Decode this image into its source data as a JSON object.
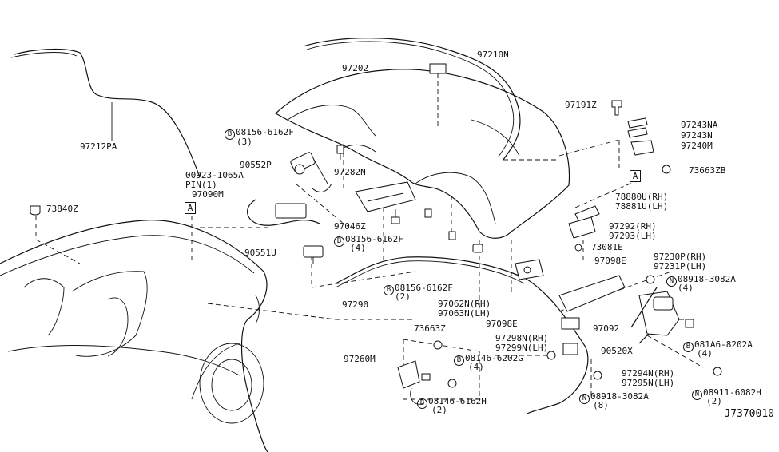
{
  "labels": {
    "p97212PA": "97212PA",
    "p73840Z": "73840Z",
    "p97202": "97202",
    "p97210N": "97210N",
    "p08156_3_main": "08156-6162F",
    "p08156_3_qty": "(3)",
    "p90552P": "90552P",
    "p00923": "00923-1065A",
    "pPIN": "PIN(1)",
    "p97090M": "97090M",
    "p97282N": "97282N",
    "p97046Z": "97046Z",
    "p08156_4_main": "08156-6162F",
    "p08156_4_qty": "(4)",
    "p90551U": "90551U",
    "p97290": "97290",
    "p08156_2_main": "08156-6162F",
    "p08156_2_qty": "(2)",
    "p97062N": "97062N(RH)",
    "p97063N": "97063N(LH)",
    "p97098E_a": "97098E",
    "p73663Z": "73663Z",
    "p97260M": "97260M",
    "p08146_6162H_main": "08146-6162H",
    "p08146_6162H_qty": "(2)",
    "p08146_6202G_main": "08146-6202G",
    "p08146_6202G_qty": "(4)",
    "p97298N": "97298N(RH)",
    "p97299N": "97299N(LH)",
    "p97092": "97092",
    "p90520X": "90520X",
    "p08918_8_main": "08918-3082A",
    "p08918_8_qty": "(8)",
    "p97191Z": "97191Z",
    "p97243NA": "97243NA",
    "p97243N": "97243N",
    "p97240M": "97240M",
    "p73663ZB": "73663ZB",
    "p78880U": "78880U(RH)",
    "p78881U": "78881U(LH)",
    "p97292": "97292(RH)",
    "p97293": "97293(LH)",
    "p73081E": "73081E",
    "p97098E_b": "97098E",
    "p97230P": "97230P(RH)",
    "p97231P": "97231P(LH)",
    "p08918_4_main": "08918-3082A",
    "p08918_4_qty": "(4)",
    "p081A6_main": "081A6-8202A",
    "p081A6_qty": "(4)",
    "p97294N": "97294N(RH)",
    "p97295N": "97295N(LH)",
    "p08911_main": "08911-6082H",
    "p08911_qty": "(2)",
    "code": "J7370010"
  },
  "symbols": {
    "bolt": "B",
    "nut": "N",
    "ref": "A"
  }
}
